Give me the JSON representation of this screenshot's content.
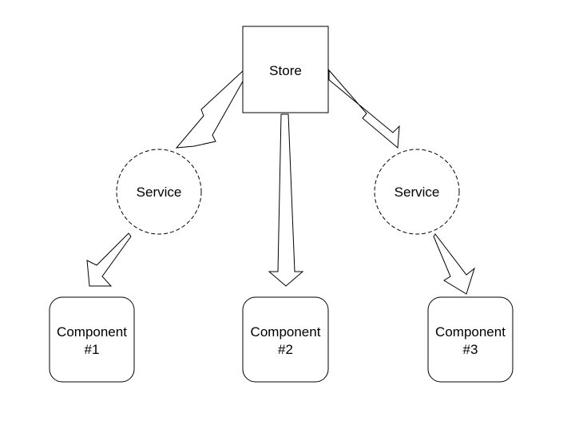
{
  "nodes": {
    "store": {
      "label": "Store"
    },
    "service_left": {
      "label": "Service"
    },
    "service_right": {
      "label": "Service"
    },
    "component_1": {
      "line1": "Component",
      "line2": "#1"
    },
    "component_2": {
      "line1": "Component",
      "line2": "#2"
    },
    "component_3": {
      "line1": "Component",
      "line2": "#3"
    }
  },
  "edges": [
    {
      "from": "Store",
      "to": "Service"
    },
    {
      "from": "Store",
      "to": "Component #2"
    },
    {
      "from": "Store",
      "to": "Service"
    },
    {
      "from": "Service",
      "to": "Component #1"
    },
    {
      "from": "Service",
      "to": "Component #3"
    }
  ],
  "style": {
    "stroke": "#000000",
    "fill": "#ffffff"
  }
}
